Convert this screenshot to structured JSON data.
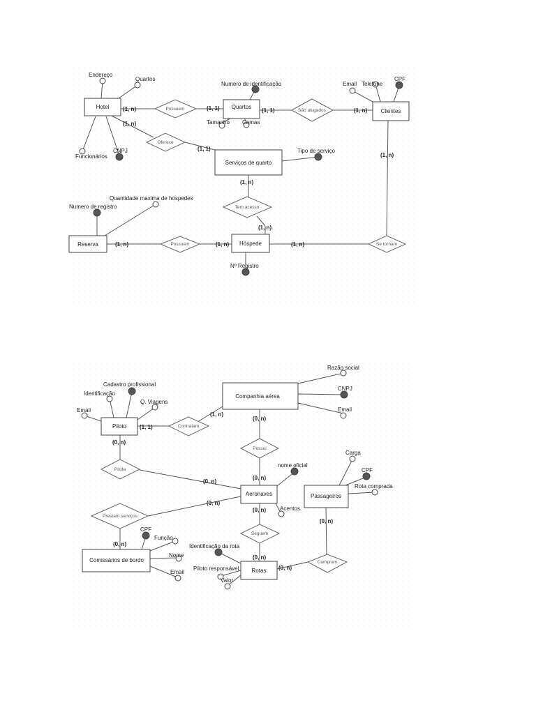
{
  "hotel_diagram": {
    "entities": {
      "hotel": "Hotel",
      "quartos": "Quartos",
      "clientes": "Clientes",
      "servicos": "Serviços de quarto",
      "reserva": "Reserva",
      "hospede": "Hóspede"
    },
    "relationships": {
      "possuem_quartos": "Possuem",
      "sao_alugados": "São alugados",
      "oferece": "Oferece",
      "tem_acesso": "Tem acesso",
      "possuem_reserva": "Possuem",
      "se_tornam": "Se tornam"
    },
    "attributes": {
      "endereco": "Endereço",
      "quartos": "Quartos",
      "funcionarios": "Funcionários",
      "cnpj": "CNPJ",
      "numero_identificacao": "Numero de identificação",
      "tamanho": "Tamanho",
      "camas": "Camas",
      "email": "Email",
      "telefone": "Telefone",
      "cpf": "CPF",
      "tipo_servico": "Tipo de serviço",
      "numero_registro": "Numero de registro",
      "quantidade_maxima": "Quantidade maxima de hospedes",
      "n_registro": "Nº Registro"
    },
    "cardinalities": {
      "hotel_possuem": "(1, n)",
      "quartos_possuem": "(1, 1)",
      "quartos_alugados": "(1, 1)",
      "clientes_alugados": "(1, n)",
      "hotel_oferece": "(1, n)",
      "servicos_oferece": "(1, 1)",
      "clientes_se_tornam": "(1, n)",
      "servicos_acesso": "(1, n)",
      "hospede_acesso": "(1, n)",
      "reserva_possuem": "(1, n)",
      "hospede_possuem": "(1, n)",
      "hospede_se_tornam": "(1, n)"
    }
  },
  "airline_diagram": {
    "entities": {
      "companhia": "Companhia aérea",
      "piloto": "Piloto",
      "aeronaves": "Aeronaves",
      "passageiros": "Passageiros",
      "comissarios": "Comissários de bordo",
      "rotas": "Rotas"
    },
    "relationships": {
      "contratam": "Contratam",
      "possui": "Possui",
      "pilota": "Pilota",
      "prestam": "Prestam serviços",
      "seguem": "Seguem",
      "compram": "Compram"
    },
    "attributes": {
      "razao_social": "Razão social",
      "cnpj": "CNPJ",
      "email_comp": "Email",
      "cadastro_profissional": "Cadastro profissional",
      "identificacao": "Identificação",
      "email_piloto": "Email",
      "q_viagens": "Q. Viagens",
      "nome_oficial": "nome oficial",
      "acentos": "Acentos",
      "carga": "Carga",
      "cpf_pass": "CPF",
      "rota_comprada": "Rota comprada",
      "cpf_com": "CPF",
      "funcao": "Função",
      "nome": "Nome",
      "email_com": "Email",
      "identificacao_rota": "Identificação da rota",
      "piloto_responsavel": "Piloto responsável",
      "valor": "Valor"
    },
    "cardinalities": {
      "companhia_contratam": "(1, n)",
      "piloto_contratam": "(1, 1)",
      "companhia_possui": "(0, n)",
      "piloto_pilota": "(0, n)",
      "aeronaves_possui": "(0, n)",
      "aeronaves_pilota": "(0, n)",
      "aeronaves_prestam": "(0, n)",
      "aeronaves_seguem": "(0, n)",
      "comissarios_prestam": "(0, n)",
      "passageiros_compram": "(0, n)",
      "rotas_seguem": "(0, n)",
      "rotas_compram": "(0, n)"
    }
  },
  "colors": {
    "line": "#555555",
    "entity_border": "#444444",
    "key_attribute": "#555555",
    "grid_dot": "#e4e4e4"
  }
}
